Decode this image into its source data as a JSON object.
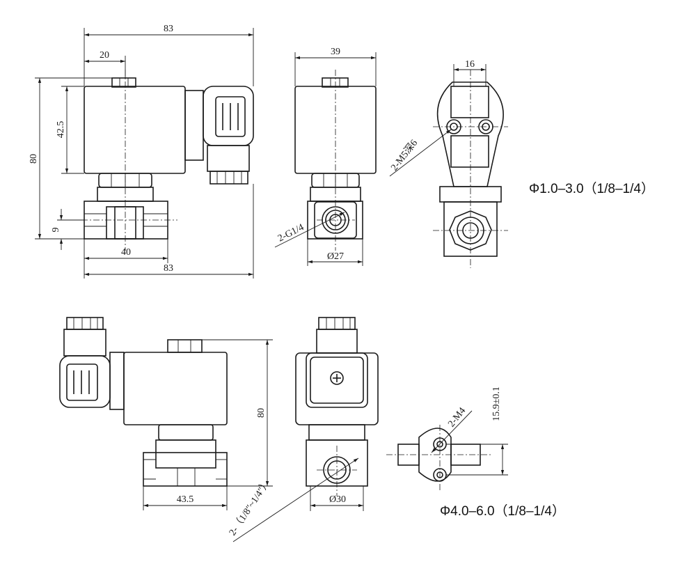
{
  "views": {
    "top_front": {
      "overall_width": "83",
      "coil_offset": "20",
      "overall_height": "80",
      "coil_height": "42.5",
      "port_height": "9",
      "body_width": "40",
      "base_width": "83"
    },
    "top_side": {
      "width": "39",
      "port_thread": "2-G1/4",
      "body_dia": "Ø27"
    },
    "top_bottom": {
      "hole_spacing": "16",
      "mount_thread": "2-M5深6"
    },
    "bottom_front": {
      "overall_height": "80",
      "body_width": "43.5"
    },
    "bottom_side": {
      "port_thread": "2-（1/8ʺ~1/4ʺ）",
      "body_dia": "Ø30"
    },
    "bottom_bottom": {
      "mount_thread": "2-M4",
      "hole_spacing": "15.9±0.1"
    }
  },
  "specs": {
    "small_orifice": "Φ1.0–3.0（1/8–1/4）",
    "large_orifice": "Φ4.0–6.0（1/8–1/4）"
  },
  "icons": [
    "screw-cross-icon",
    "connector-pin-icon"
  ]
}
